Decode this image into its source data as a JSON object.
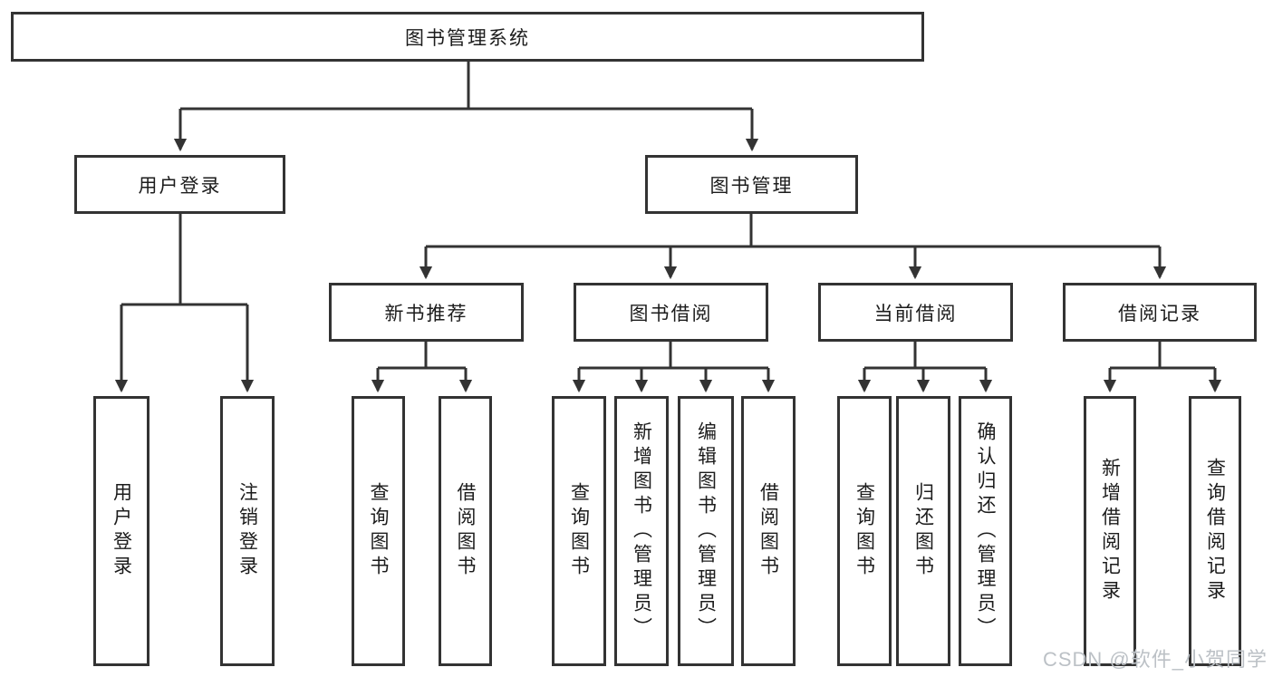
{
  "diagram": {
    "title": "图书管理系统",
    "nodes": {
      "root": "图书管理系统",
      "level2": [
        "用户登录",
        "图书管理"
      ],
      "level3": [
        "新书推荐",
        "图书借阅",
        "当前借阅",
        "借阅记录"
      ],
      "user_children": [
        "用户登录",
        "注销登录"
      ],
      "recommend_children": [
        "查询图书",
        "借阅图书"
      ],
      "borrow_children": [
        "查询图书",
        "新增图书（管理员）",
        "编辑图书（管理员）",
        "借阅图书"
      ],
      "current_children": [
        "查询图书",
        "归还图书",
        "确认归还（管理员）"
      ],
      "record_children": [
        "新增借阅记录",
        "查询借阅记录"
      ]
    },
    "watermark": "CSDN @软件_小贺同学",
    "colors": {
      "line": "#333333",
      "box_border": "#333333",
      "box_fill": "#ffffff",
      "text": "#1c1c1c",
      "watermark": "#bcc1c6"
    }
  }
}
